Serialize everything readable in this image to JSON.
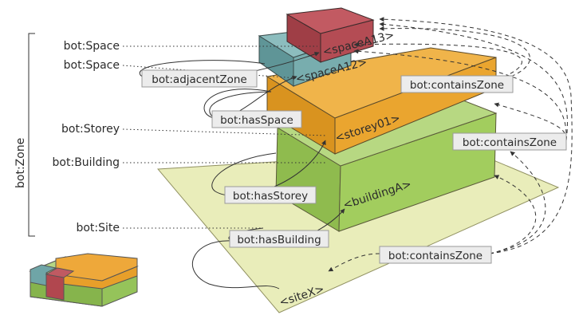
{
  "zone_title": "bot:Zone",
  "class_labels": {
    "space_1": "bot:Space",
    "space_2": "bot:Space",
    "storey": "bot:Storey",
    "building": "bot:Building",
    "site": "bot:Site"
  },
  "relations": {
    "adjacent_zone": "bot:adjacentZone",
    "has_space": "bot:hasSpace",
    "has_storey": "bot:hasStorey",
    "has_building": "bot:hasBuilding",
    "contains_zone_1": "bot:containsZone",
    "contains_zone_2": "bot:containsZone",
    "contains_zone_3": "bot:containsZone"
  },
  "instances": {
    "space_a13": "<spaceA13>",
    "space_a12": "<spaceA12>",
    "storey": "<storey01>",
    "building": "<buildingA>",
    "site": "<siteX>"
  },
  "colors": {
    "site": "#e8edb7",
    "building": "#9ec85a",
    "storey": "#e8a22e",
    "space_a12": "#6fa5a7",
    "space_a13": "#b1474f",
    "relation_box": "#ececec"
  }
}
